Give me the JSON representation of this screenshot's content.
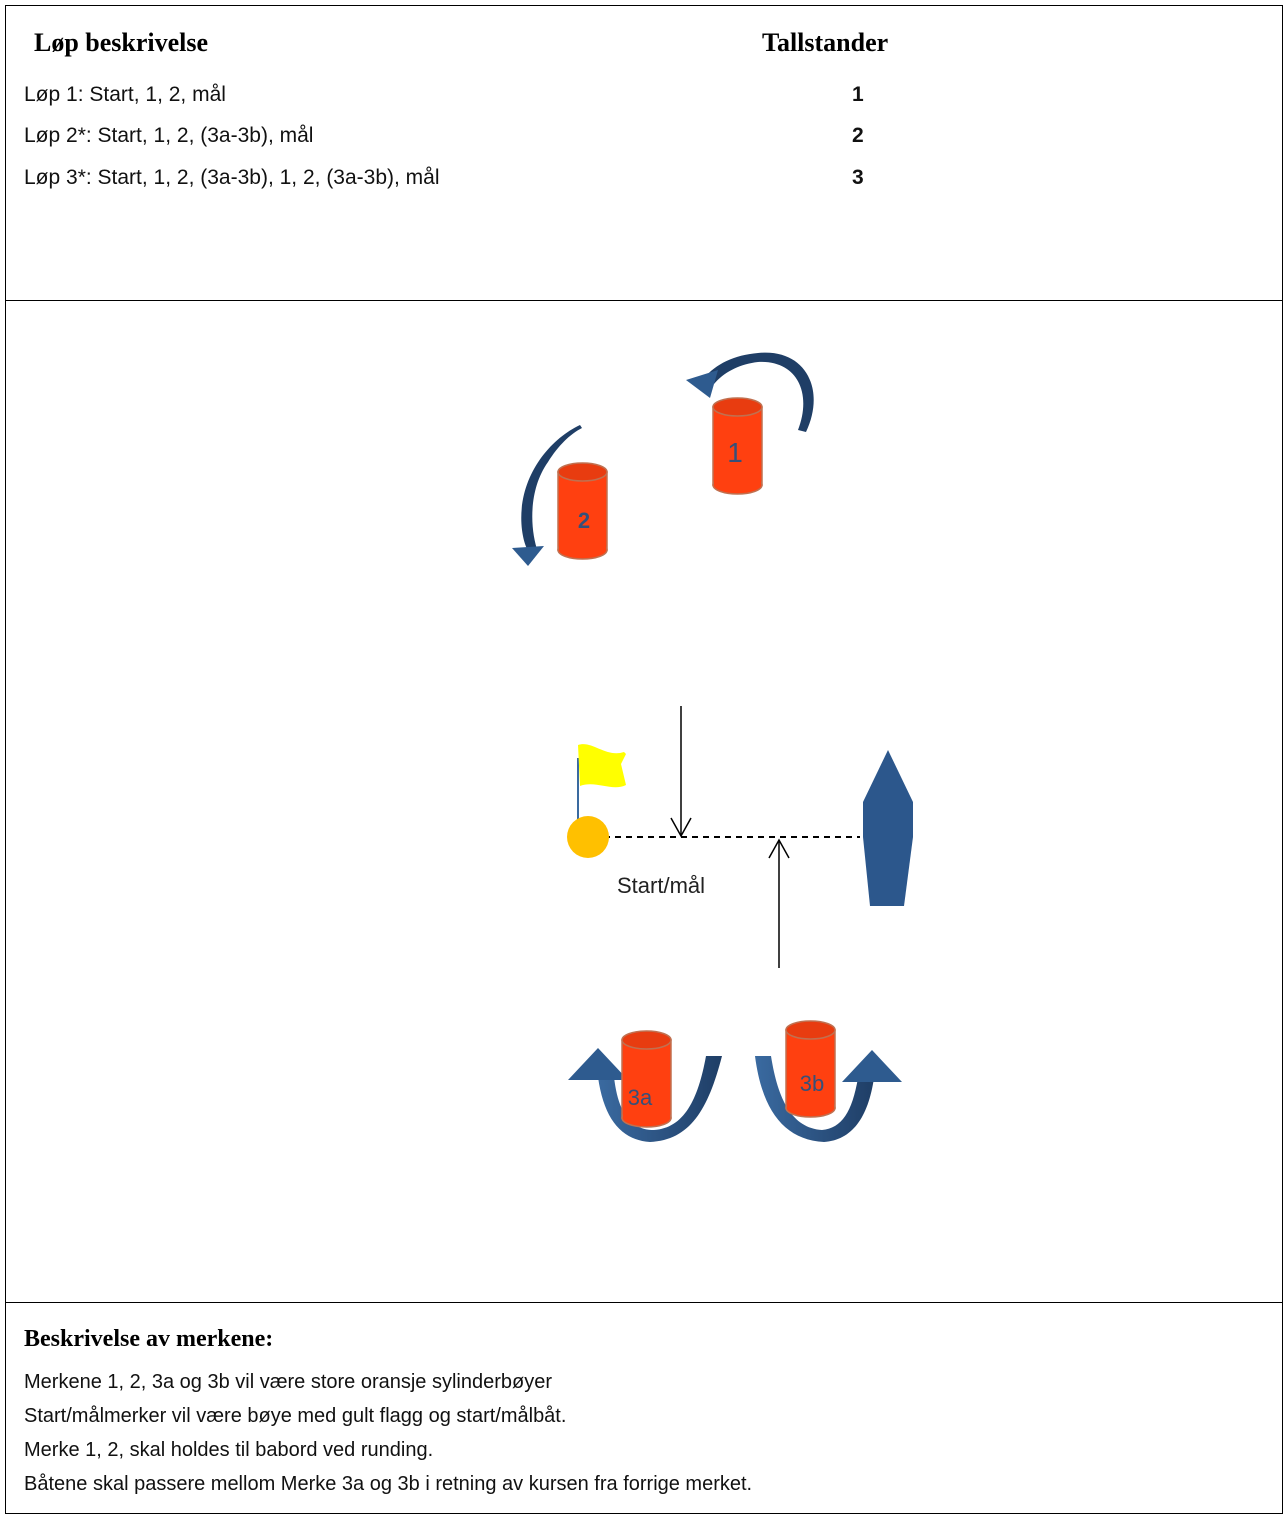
{
  "header": {
    "col_left": "Løp beskrivelse",
    "col_right": "Tallstander"
  },
  "races": [
    {
      "description": "Løp 1: Start, 1, 2, mål",
      "number": "1"
    },
    {
      "description": "Løp 2*: Start, 1, 2, (3a-3b), mål",
      "number": "2"
    },
    {
      "description": "Løp 3*: Start, 1, 2, (3a-3b), 1, 2, (3a-3b), mål",
      "number": "3"
    }
  ],
  "diagram": {
    "marks": [
      "1",
      "2",
      "3a",
      "3b"
    ],
    "start_label": "Start/mål",
    "colors": {
      "mark_fill": "#ff4010",
      "mark_top": "#e83c10",
      "mark_stroke": "#c07050",
      "mark_text": "#35507a",
      "arrow_blue": "#2e5b8f",
      "arrow_dark": "#1f3e66",
      "boat": "#2c578c",
      "buoy": "#ffc000",
      "flag": "#ffff00"
    }
  },
  "marks_section": {
    "title": "Beskrivelse av merkene:",
    "lines": [
      "Merkene 1, 2, 3a og 3b vil være store oransje sylinderbøyer",
      "Start/målmerker vil være bøye med gult flagg og start/målbåt.",
      "Merke 1, 2, skal holdes til babord ved runding.",
      "Båtene skal passere mellom Merke 3a og 3b i retning av kursen fra forrige merket."
    ]
  }
}
